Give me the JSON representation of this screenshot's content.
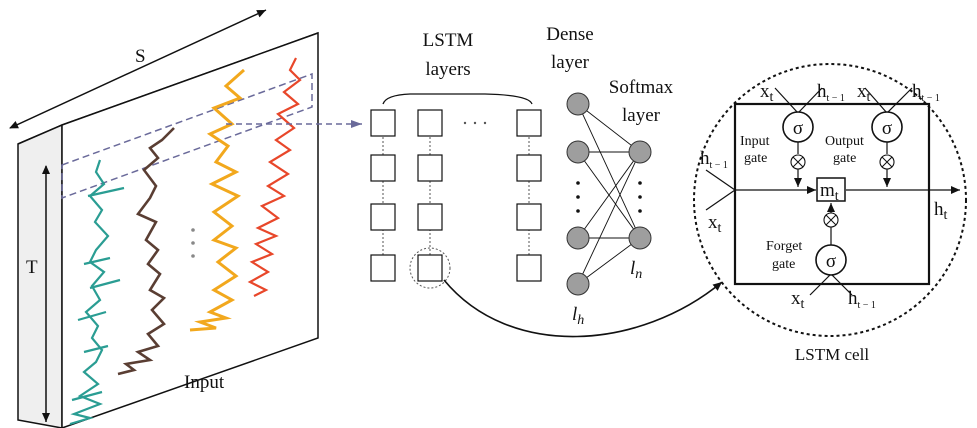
{
  "input_block": {
    "s_label": "S",
    "t_label": "T",
    "input_label": "Input",
    "series_colors": [
      "#2a9d93",
      "#5a3e33",
      "#f2a81d",
      "#e8472a"
    ]
  },
  "lstm_layers": {
    "title_line1": "LSTM",
    "title_line2": "layers"
  },
  "dense_layer": {
    "title_line1": "Dense",
    "title_line2": "layer",
    "count_label": "l",
    "count_sub": "h"
  },
  "softmax_layer": {
    "title_line1": "Softmax",
    "title_line2": "layer",
    "count_label": "l",
    "count_sub": "n"
  },
  "lstm_cell": {
    "caption": "LSTM cell",
    "sigma": "σ",
    "input_gate_l1": "Input",
    "input_gate_l2": "gate",
    "output_gate_l1": "Output",
    "output_gate_l2": "gate",
    "forget_gate_l1": "Forget",
    "forget_gate_l2": "gate",
    "x": "x",
    "x_sub": "t",
    "h": "h",
    "h_sub_t": "t",
    "h_sub_prev": "t − 1",
    "m": "m",
    "m_sub": "t",
    "times_symbol": "⊗"
  },
  "colors": {
    "node_fill": "#9e9e9e",
    "dashed_arrow": "#6a6a9a",
    "line": "#111111"
  }
}
